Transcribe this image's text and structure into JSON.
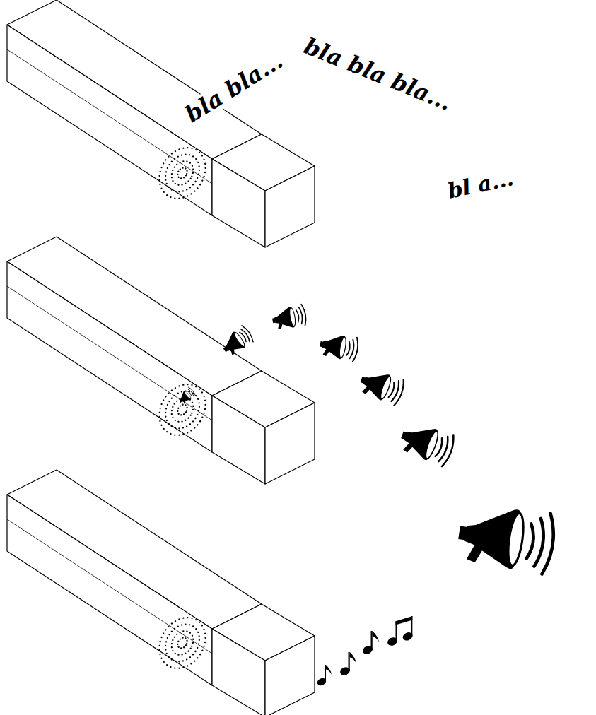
{
  "diagram": {
    "labels": [
      "bla bla...",
      "bla bla bla...",
      "bl a..."
    ]
  }
}
